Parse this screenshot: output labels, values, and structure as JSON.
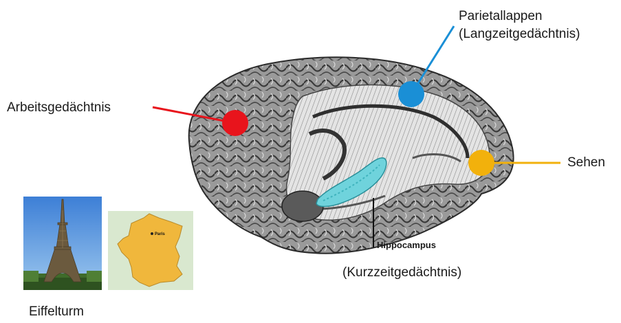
{
  "labels": {
    "working_memory": "Arbeitsgedächtnis",
    "parietal_line1": "Parietallappen",
    "parietal_line2": "(Langzeitgedächtnis)",
    "vision": "Sehen",
    "hippocampus": "Hippocampus",
    "short_term": "(Kurzzeitgedächtnis)",
    "eiffel": "Eiffelturm",
    "paris": "Paris"
  },
  "colors": {
    "working_memory": "#e8141c",
    "parietal": "#1a8fd6",
    "vision": "#f2b10c",
    "hippocampus": "#6fd3dc",
    "france": "#f0b73c"
  },
  "icons": [
    "brain-illustration",
    "eiffel-tower-photo",
    "france-map"
  ]
}
